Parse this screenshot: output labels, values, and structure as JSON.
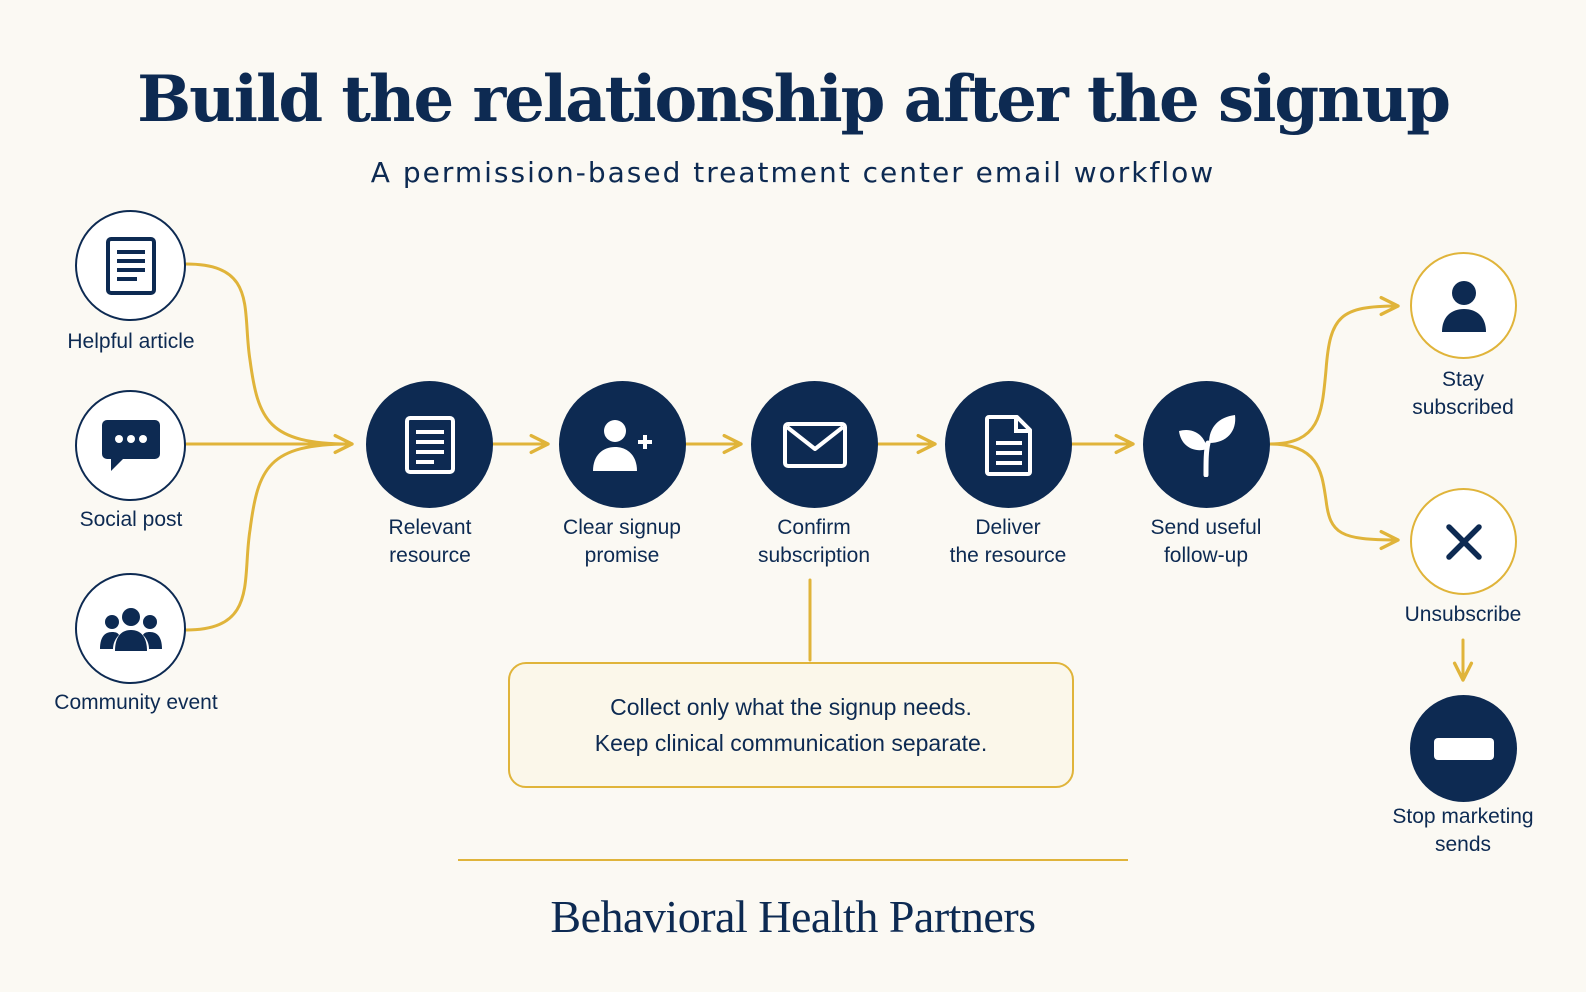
{
  "title": "Build the relationship after the signup",
  "subtitle": "A permission-based treatment center email workflow",
  "sources": [
    {
      "label": "Helpful article",
      "icon": "article-icon"
    },
    {
      "label": "Social post",
      "icon": "chat-bubble-icon"
    },
    {
      "label": "Community event",
      "icon": "group-icon"
    }
  ],
  "steps": [
    {
      "line1": "Relevant",
      "line2": "resource",
      "icon": "document-icon"
    },
    {
      "line1": "Clear signup",
      "line2": "promise",
      "icon": "add-user-icon"
    },
    {
      "line1": "Confirm",
      "line2": "subscription",
      "icon": "envelope-icon"
    },
    {
      "line1": "Deliver",
      "line2": "the resource",
      "icon": "file-icon"
    },
    {
      "line1": "Send useful",
      "line2": "follow-up",
      "icon": "sprout-icon"
    }
  ],
  "outcomes": {
    "stay": {
      "line1": "Stay",
      "line2": "subscribed",
      "icon": "person-icon"
    },
    "unsubscribe": {
      "label": "Unsubscribe",
      "icon": "x-icon"
    },
    "stop": {
      "line1": "Stop marketing",
      "line2": "sends",
      "icon": "minus-icon"
    }
  },
  "callout": {
    "line1": "Collect only what the signup needs.",
    "line2": "Keep clinical communication separate."
  },
  "footer": "Behavioral Health Partners",
  "colors": {
    "navy": "#0d2a52",
    "gold": "#e0b43a",
    "background": "#fbf9f3"
  }
}
